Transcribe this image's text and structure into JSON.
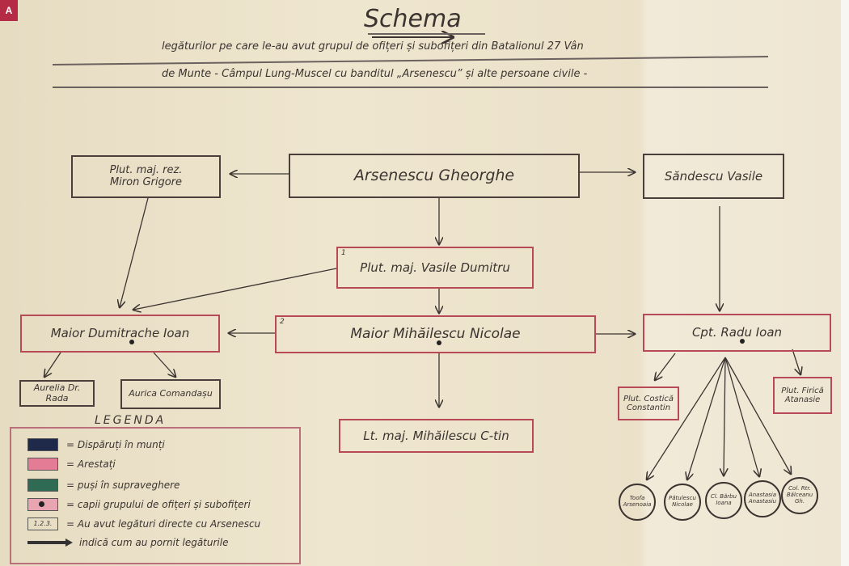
{
  "badge": "A",
  "title": "Schema",
  "subtitle_line1": "legăturilor pe care le-au avut grupul de ofițeri și subofițeri din Batalionul 27 Vân",
  "subtitle_line2": "de Munte - Câmpul Lung-Muscel cu banditul „Arsenescu” și alte persoane civile -",
  "nodes": {
    "arsenescu": "Arsenescu Gheorghe",
    "miron": "Plut. maj. rez. Miron Grigore",
    "sandescu": "Săndescu Vasile",
    "vasile_dumitru": "Plut. maj. Vasile Dumitru",
    "vasile_dumitru_num": "1",
    "dumitrache": "Maior Dumitrache Ioan",
    "mihailescu_n": "Maior Mihăilescu Nicolae",
    "mihailescu_n_num": "2",
    "radu": "Cpt. Radu Ioan",
    "aurelia": "Aurelia Dr. Rada",
    "aurica": "Aurica Comandașu",
    "mihailescu_c": "Lt. maj. Mihăilescu C-tin",
    "costica": "Plut. Costică Constantin",
    "firica": "Plut. Firică Atanasie"
  },
  "circles": [
    "Toofa Arsenoaia",
    "Pătulescu Nicolae",
    "Cl. Bărbu Ioana",
    "Anastasia Anastasiu",
    "Col. Rtr. Bălceanu Gh."
  ],
  "legend": {
    "title": "LEGENDA",
    "items": [
      {
        "label": "= Dispăruți în munți",
        "color": "#1f2a4a"
      },
      {
        "label": "= Arestați",
        "color": "#e47c95"
      },
      {
        "label": "= puși în supraveghere",
        "color": "#2f6b52"
      },
      {
        "label": "= capii grupului de ofițeri și subofițeri",
        "color": "#e8a4b0"
      },
      {
        "label": "= Au avut legături directe cu Arsenescu",
        "swatch_text": "1.2.3."
      },
      {
        "label": "indică cum au pornit legăturile"
      }
    ]
  }
}
